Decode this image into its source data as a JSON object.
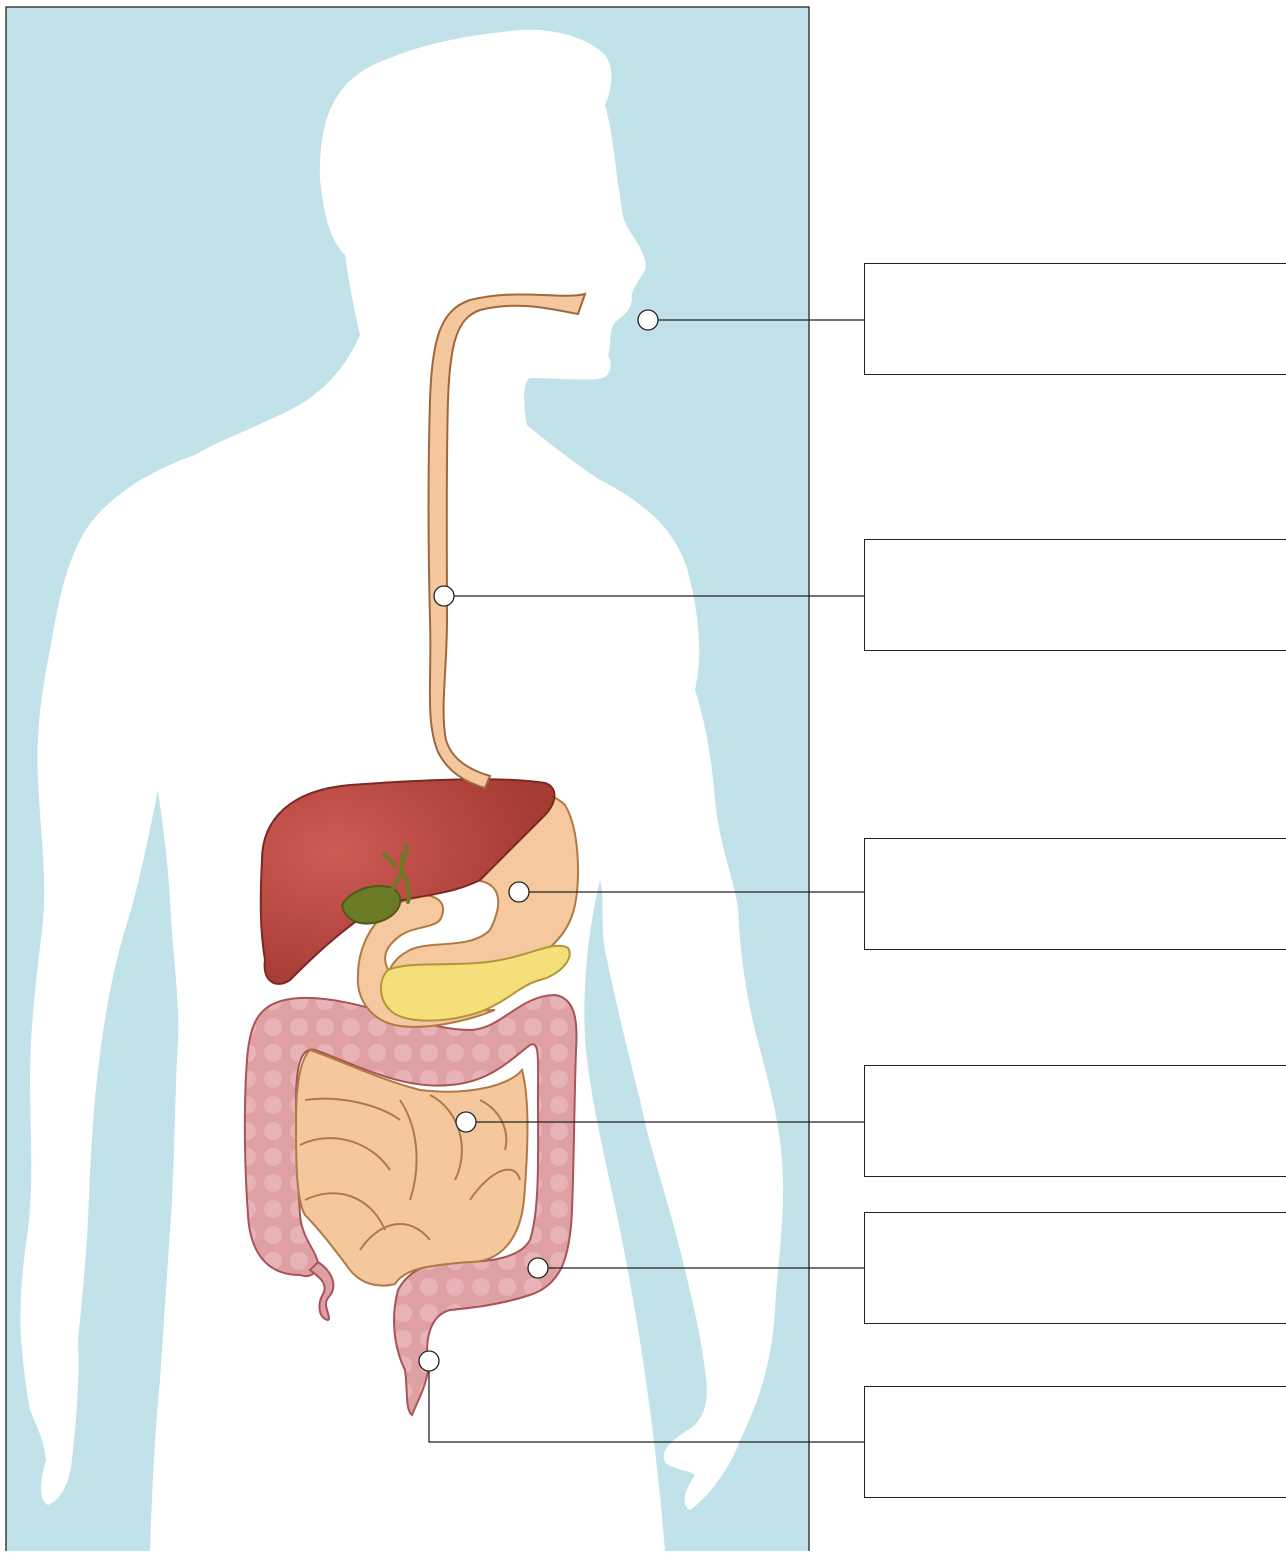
{
  "diagram": {
    "colors": {
      "background": "#c1e2e9",
      "silhouette": "#ffffff",
      "esophagus": "#f4c79e",
      "organ_outline": "#a0683a",
      "liver": "#b4473d",
      "gallbladder": "#6b7a25",
      "stomach": "#f6c8a0",
      "pancreas": "#f4df7a",
      "small_intestine": "#f5c79c",
      "large_intestine": "#dfa0a4"
    },
    "labels": [
      {
        "id": "mouth",
        "text": ""
      },
      {
        "id": "esophagus",
        "text": ""
      },
      {
        "id": "stomach",
        "text": ""
      },
      {
        "id": "small-intestine",
        "text": ""
      },
      {
        "id": "large-intestine",
        "text": ""
      },
      {
        "id": "rectum",
        "text": ""
      }
    ]
  }
}
